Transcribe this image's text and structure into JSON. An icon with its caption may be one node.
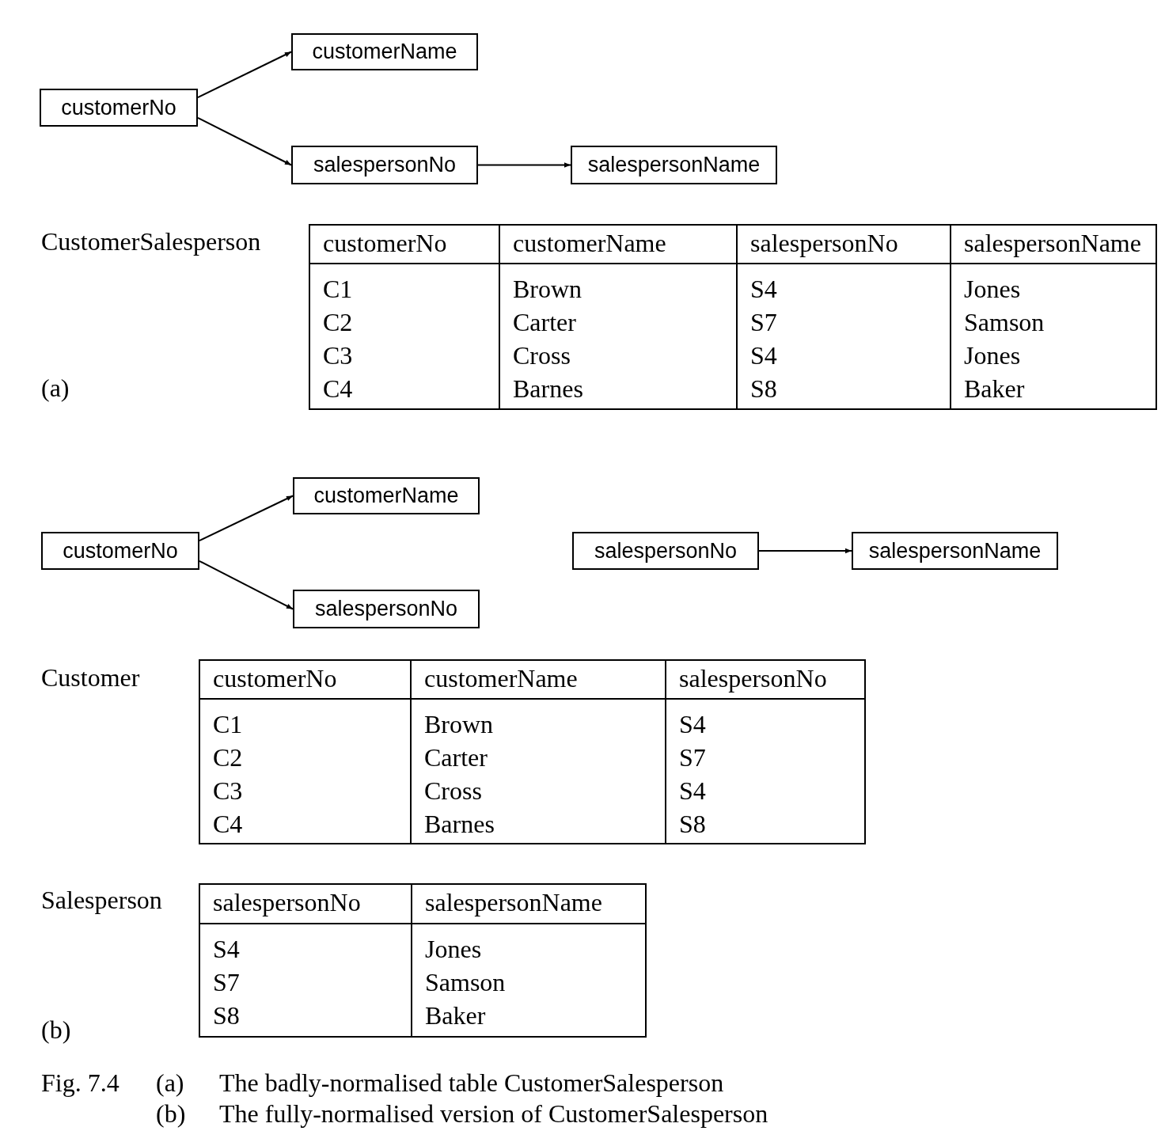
{
  "diagram": {
    "nodes": [
      {
        "text": [
          "customerNo"
        ]
      },
      {
        "text": [
          "customerName"
        ]
      },
      {
        "text": [
          "salespersonNo"
        ]
      },
      {
        "text": [
          "salespersonName"
        ]
      },
      {
        "text": [
          "customerNo"
        ]
      },
      {
        "text": [
          "customerName"
        ]
      },
      {
        "text": [
          "salespersonNo"
        ]
      },
      {
        "text": [
          "salespersonNo"
        ]
      },
      {
        "text": [
          "salespersonName"
        ]
      }
    ],
    "edges": [
      {
        "from": 0,
        "to": 1,
        "arrow": "to"
      },
      {
        "from": 0,
        "to": 2,
        "arrow": "to"
      },
      {
        "from": 2,
        "to": 3,
        "arrow": "to"
      },
      {
        "from": 4,
        "to": 5,
        "arrow": "to"
      },
      {
        "from": 4,
        "to": 6,
        "arrow": "to"
      },
      {
        "from": 7,
        "to": 8,
        "arrow": "to"
      }
    ],
    "labels": [
      "CustomerSalesperson",
      "customerNo",
      "customerName",
      "salespersonNo",
      "salespersonName",
      "C1",
      "Brown",
      "S4",
      "Jones",
      "C2",
      "Carter",
      "S7",
      "Samson",
      "C3",
      "Cross",
      "S4",
      "Jones",
      "C4",
      "Barnes",
      "S8",
      "Baker",
      "(a)",
      "Customer",
      "customerNo",
      "customerName",
      "salespersonNo",
      "C1",
      "Brown",
      "S4",
      "C2",
      "Carter",
      "S7",
      "C3",
      "Cross",
      "S4",
      "C4",
      "Barnes",
      "S8",
      "Salesperson",
      "salespersonNo",
      "salespersonName",
      "S4",
      "Jones",
      "S7",
      "Samson",
      "S8",
      "Baker",
      "(b)",
      "Fig. 7.4",
      "(a)",
      "The badly-normalised table CustomerSalesperson",
      "(b)",
      "The fully-normalised version of CustomerSalesperson"
    ]
  }
}
